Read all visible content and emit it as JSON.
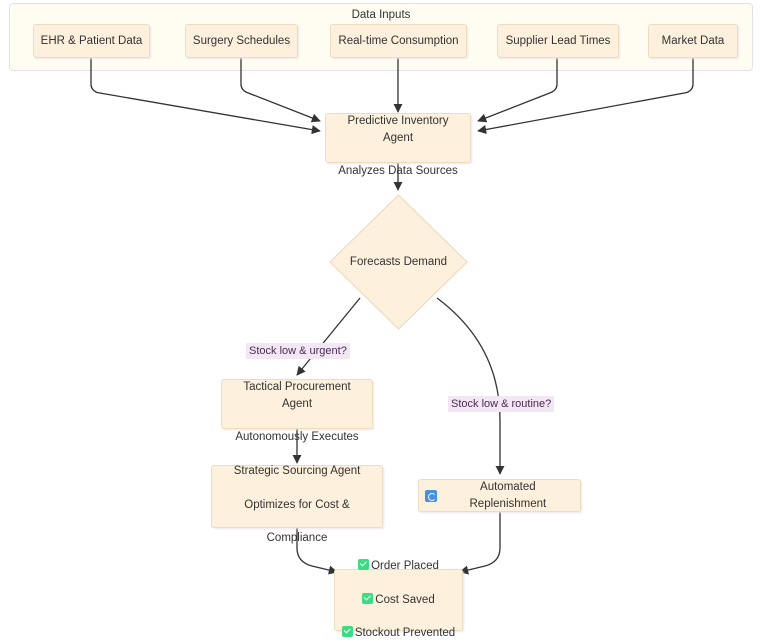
{
  "diagram": {
    "type": "flowchart",
    "title_visible": false,
    "subgraph": {
      "label": "Data Inputs",
      "bg_color": "#fffdf2",
      "border_color": "#eae0e8"
    },
    "node_style": {
      "fill": "#fdf0dc",
      "stroke": "#eddcc3",
      "text_color": "#333333"
    },
    "edge_label_style": {
      "fill": "#f3e6f5",
      "text_color": "#4a2c52"
    },
    "edge_color": "#333333",
    "inputs": [
      {
        "id": "ehr",
        "label": "EHR & Patient Data"
      },
      {
        "id": "surgery",
        "label": "Surgery Schedules"
      },
      {
        "id": "consumption",
        "label": "Real-time Consumption"
      },
      {
        "id": "supplier",
        "label": "Supplier Lead Times"
      },
      {
        "id": "market",
        "label": "Market Data"
      }
    ],
    "nodes": {
      "predictive_agent": {
        "line1": "Predictive Inventory Agent",
        "line2": "Analyzes Data Sources"
      },
      "decision": {
        "label": "Forecasts Demand"
      },
      "tactical_agent": {
        "line1": "Tactical Procurement Agent",
        "line2": "Autonomously Executes"
      },
      "strategic_agent": {
        "line1": "Strategic Sourcing Agent",
        "line2": "Optimizes for Cost &",
        "line3": "Compliance"
      },
      "automated_replenishment": {
        "icon": "refresh-icon",
        "label": "Automated Replenishment"
      },
      "outcome": {
        "items": [
          {
            "icon": "check-icon",
            "label": "Order Placed"
          },
          {
            "icon": "check-icon",
            "label": "Cost Saved"
          },
          {
            "icon": "check-icon",
            "label": "Stockout Prevented"
          }
        ]
      }
    },
    "edge_labels": {
      "urgent": "Stock low & urgent?",
      "routine": "Stock low & routine?"
    }
  }
}
